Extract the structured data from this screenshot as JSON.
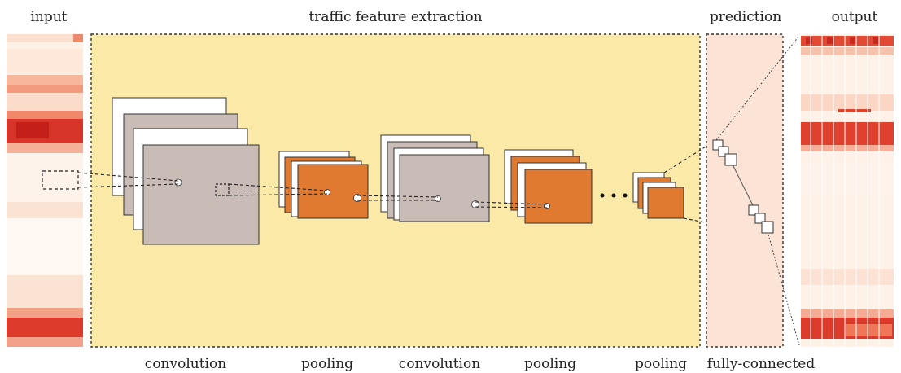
{
  "labels": {
    "input": "input",
    "traffic_feature_extraction": "traffic feature extraction",
    "prediction": "prediction",
    "output": "output",
    "convolution_1": "convolution",
    "pooling_1": "pooling",
    "convolution_2": "convolution",
    "pooling_2": "pooling",
    "pooling_3": "pooling",
    "fully_connected": "fully-connected"
  },
  "colors": {
    "extraction_bg": "#fbe9a8",
    "prediction_bg": "#fbe3d6",
    "conv_fill": "#c9bcb6",
    "pool_fill": "#e07a30",
    "heat_dark": "#d62a1e",
    "heat_mid": "#ee8a6c",
    "heat_light": "#fbe2d2"
  }
}
